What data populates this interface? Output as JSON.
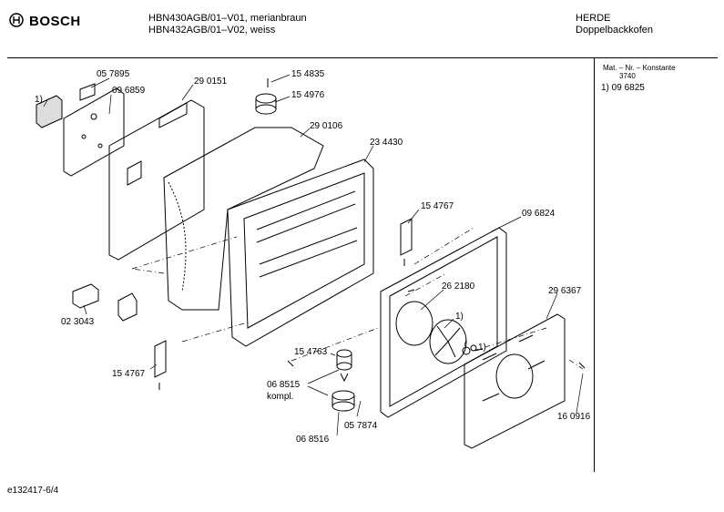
{
  "header": {
    "brand": "BOSCH",
    "model_line_1": "HBN430AGB/01–V01, merianbraun",
    "model_line_2": "HBN432AGB/01–V02, weiss",
    "category": "HERDE",
    "subcategory": "Doppelbackkofen"
  },
  "side_panel": {
    "heading": "Mat. – Nr. – Konstante",
    "code": "3740",
    "note": "1)  09 6825"
  },
  "parts": {
    "p057895": "05 7895",
    "p096859": "09 6859",
    "p290151": "29 0151",
    "p154835": "15 4835",
    "p154976": "15 4976",
    "p290106": "29 0106",
    "p234430": "23 4430",
    "p154767a": "15 4767",
    "p096824": "09 6824",
    "p262180": "26 2180",
    "p296367": "29 6367",
    "p023043": "02 3043",
    "p154767b": "15 4767",
    "p154763": "15 4763",
    "p068515": "06 8515",
    "kompl": "kompl.",
    "p068516": "06 8516",
    "p057874": "05 7874",
    "p160916": "16 0916",
    "fn1a": "1)",
    "fn1b": "1)",
    "fn1c": "1)"
  },
  "footer": {
    "doc_id": "e132417-6/4"
  }
}
